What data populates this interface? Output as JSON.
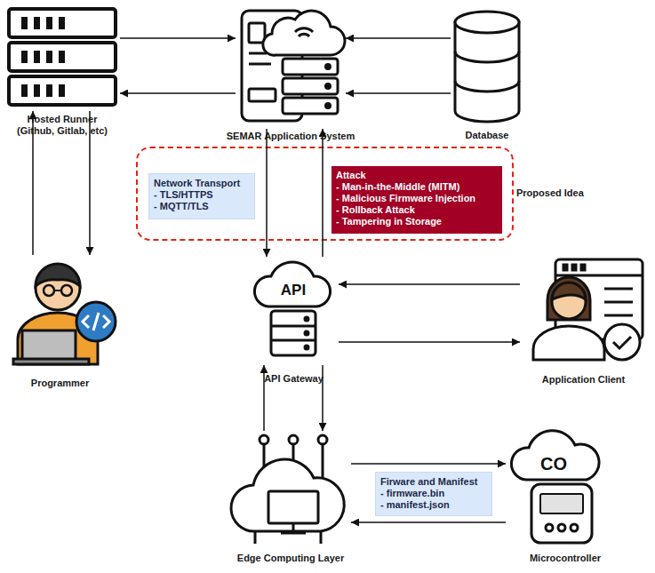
{
  "diagram": {
    "nodes": [
      {
        "text": [
          "Hosted Runner",
          "(Github, Gitlab, etc)"
        ]
      },
      {
        "text": [
          "SEMAR Application System"
        ]
      },
      {
        "text": [
          "Database"
        ]
      },
      {
        "text": [
          "Proposed Idea"
        ]
      },
      {
        "text": [
          "Network Transport",
          "- TLS/HTTPS",
          "- MQTT/TLS"
        ],
        "in": 3
      },
      {
        "text": [
          "Attack",
          "- Man-in-the-Middle (MITM)",
          "- Malicious Firmware Injection",
          "- Rollback Attack",
          "- Tampering in Storage"
        ],
        "in": 3
      },
      {
        "text": [
          "Programmer"
        ]
      },
      {
        "text": [
          "API Gateway"
        ]
      },
      {
        "text": [
          "Application Client"
        ]
      },
      {
        "text": [
          "Edge Computing Layer"
        ]
      },
      {
        "text": [
          "Firware and Manifest",
          "- firmware.bin",
          "- manifest.json"
        ]
      },
      {
        "text": [
          "Microcontroller"
        ]
      }
    ],
    "edges": [
      {
        "from": 0,
        "to": 1,
        "arrow": "to"
      },
      {
        "from": 1,
        "to": 0,
        "arrow": "to"
      },
      {
        "from": 2,
        "to": 1,
        "arrow": "to"
      },
      {
        "from": 2,
        "to": 1,
        "arrow": "to"
      },
      {
        "from": 6,
        "to": 0,
        "arrow": "to"
      },
      {
        "from": 0,
        "to": 6,
        "arrow": "to"
      },
      {
        "from": 1,
        "to": 7,
        "arrow": "to"
      },
      {
        "from": 7,
        "to": 1,
        "arrow": "to"
      },
      {
        "from": 8,
        "to": 7,
        "arrow": "to"
      },
      {
        "from": 7,
        "to": 8,
        "arrow": "to"
      },
      {
        "from": 9,
        "to": 7,
        "arrow": "to"
      },
      {
        "from": 7,
        "to": 9,
        "arrow": "to"
      },
      {
        "from": 9,
        "to": 11,
        "arrow": "to"
      },
      {
        "from": 11,
        "to": 9,
        "arrow": "to"
      }
    ],
    "labels": [
      "API",
      "CO"
    ]
  }
}
